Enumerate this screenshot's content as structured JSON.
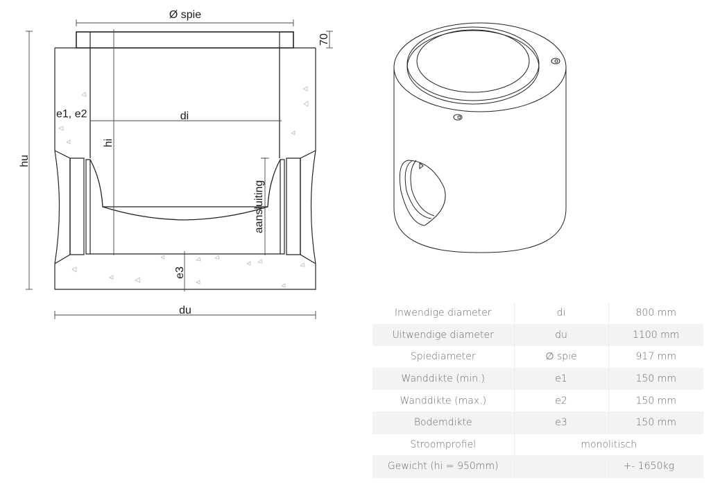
{
  "section_drawing": {
    "labels": {
      "spie_diameter": "Ø spie",
      "spie_height": "70",
      "overall_height": "hu",
      "wall_thickness": "e1, e2",
      "inner_diameter": "di",
      "inner_height": "hi",
      "connection": "aansluiting",
      "bottom_thickness": "e3",
      "outer_diameter": "du"
    }
  },
  "iso_drawing": {
    "description": "Isometric view of cylindrical manhole base with side connection opening"
  },
  "spec_table": {
    "rows": [
      {
        "property": "Inwendige diameter",
        "symbol": "di",
        "value": "800 mm"
      },
      {
        "property": "Uitwendige diameter",
        "symbol": "du",
        "value": "1100 mm"
      },
      {
        "property": "Spiediameter",
        "symbol": "∅ spie",
        "value": "917 mm"
      },
      {
        "property": "Wanddikte (min.)",
        "symbol": "e1",
        "value": "150 mm"
      },
      {
        "property": "Wanddikte (max.)",
        "symbol": "e2",
        "value": "150 mm"
      },
      {
        "property": "Bodemdikte",
        "symbol": "e3",
        "value": "150 mm"
      },
      {
        "property": "Stroomprofiel",
        "merged_value": "monolitisch"
      },
      {
        "property": "Gewicht (hi = 950mm)",
        "symbol": "",
        "value": "+- 1650kg"
      }
    ]
  }
}
